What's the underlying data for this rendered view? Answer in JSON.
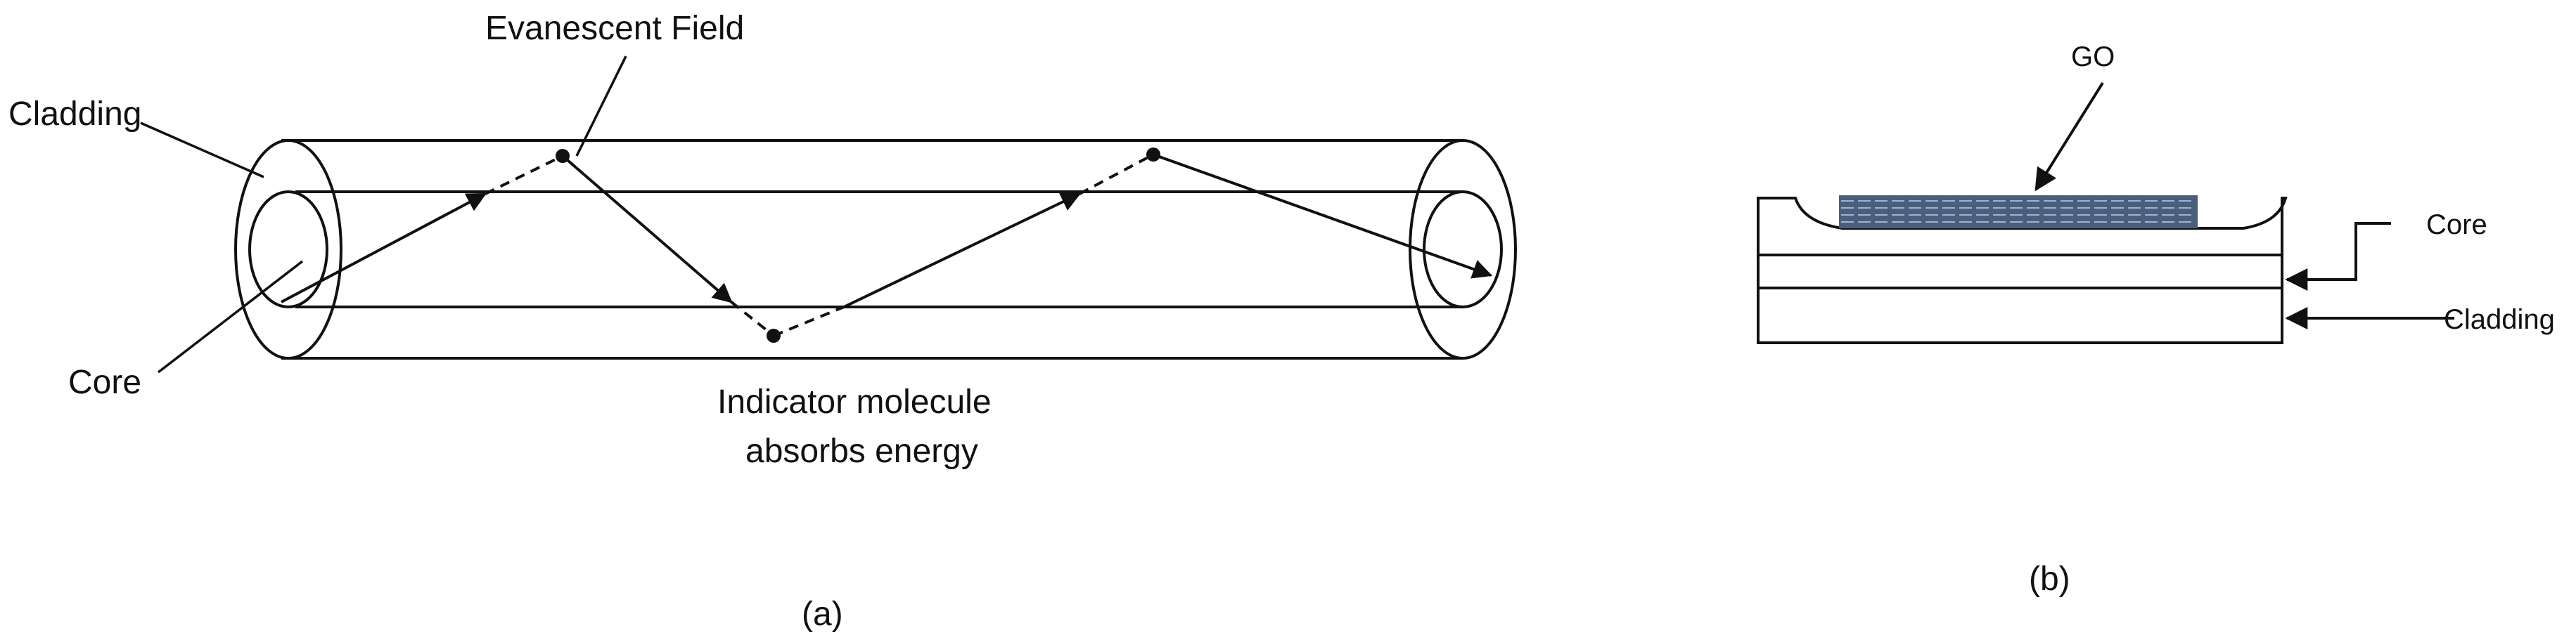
{
  "panel_a": {
    "labels": {
      "cladding": "Cladding",
      "core": "Core",
      "evanescent_field": "Evanescent Field",
      "indicator_line1": "Indicator molecule",
      "indicator_line2": "absorbs energy"
    },
    "caption": "(a)"
  },
  "panel_b": {
    "labels": {
      "go": "GO",
      "core": "Core",
      "cladding": "Cladding"
    },
    "caption": "(b)"
  },
  "colors": {
    "ink": "#111111",
    "go_layer": "#4a5f7e",
    "go_streak": "#9fb3cc"
  }
}
